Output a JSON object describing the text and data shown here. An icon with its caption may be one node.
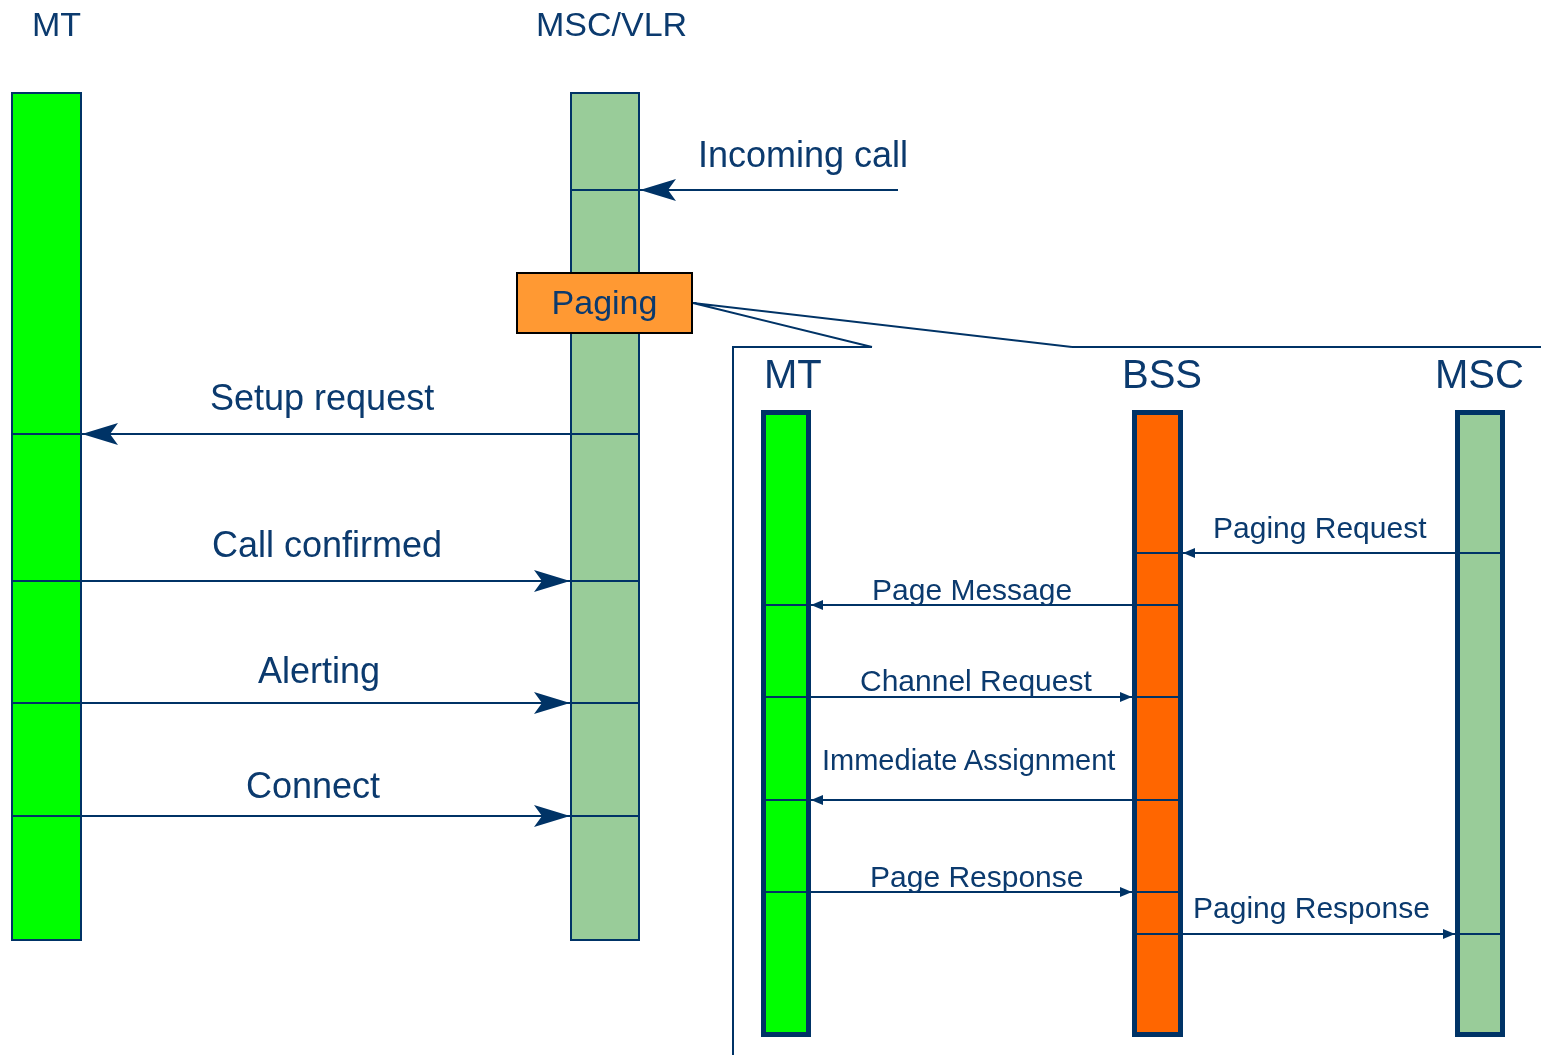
{
  "diagram": {
    "nodes": [
      {
        "text": [
          "MT"
        ]
      },
      {
        "text": [
          "MSC/VLR"
        ]
      },
      {
        "text": [
          "Paging"
        ]
      },
      {
        "text": [],
        "shape": "box"
      },
      {
        "text": [
          "MT"
        ],
        "in": 3
      },
      {
        "text": [
          "BSS"
        ],
        "in": 3
      },
      {
        "text": [
          "MSC"
        ],
        "in": 3
      }
    ],
    "edges": [
      {
        "from": null,
        "to": 1,
        "arrow": "to",
        "label": "Incoming call"
      },
      {
        "from": 1,
        "to": 0,
        "arrow": "to",
        "label": "Setup request"
      },
      {
        "from": 0,
        "to": 1,
        "arrow": "to",
        "label": "Call confirmed"
      },
      {
        "from": 0,
        "to": 1,
        "arrow": "to",
        "label": "Alerting"
      },
      {
        "from": 0,
        "to": 1,
        "arrow": "to",
        "label": "Connect"
      },
      {
        "from": 2,
        "to": 3,
        "arrow": "none"
      },
      {
        "from": 6,
        "to": 5,
        "arrow": "to",
        "label": "Paging Request"
      },
      {
        "from": 5,
        "to": 4,
        "arrow": "to",
        "label": "Page Message"
      },
      {
        "from": 4,
        "to": 5,
        "arrow": "to",
        "label": "Channel Request"
      },
      {
        "from": 5,
        "to": 4,
        "arrow": "to",
        "label": "Immediate Assignment"
      },
      {
        "from": 4,
        "to": 5,
        "arrow": "to",
        "label": "Page Response"
      },
      {
        "from": 5,
        "to": 6,
        "arrow": "to",
        "label": "Paging Response"
      }
    ]
  }
}
